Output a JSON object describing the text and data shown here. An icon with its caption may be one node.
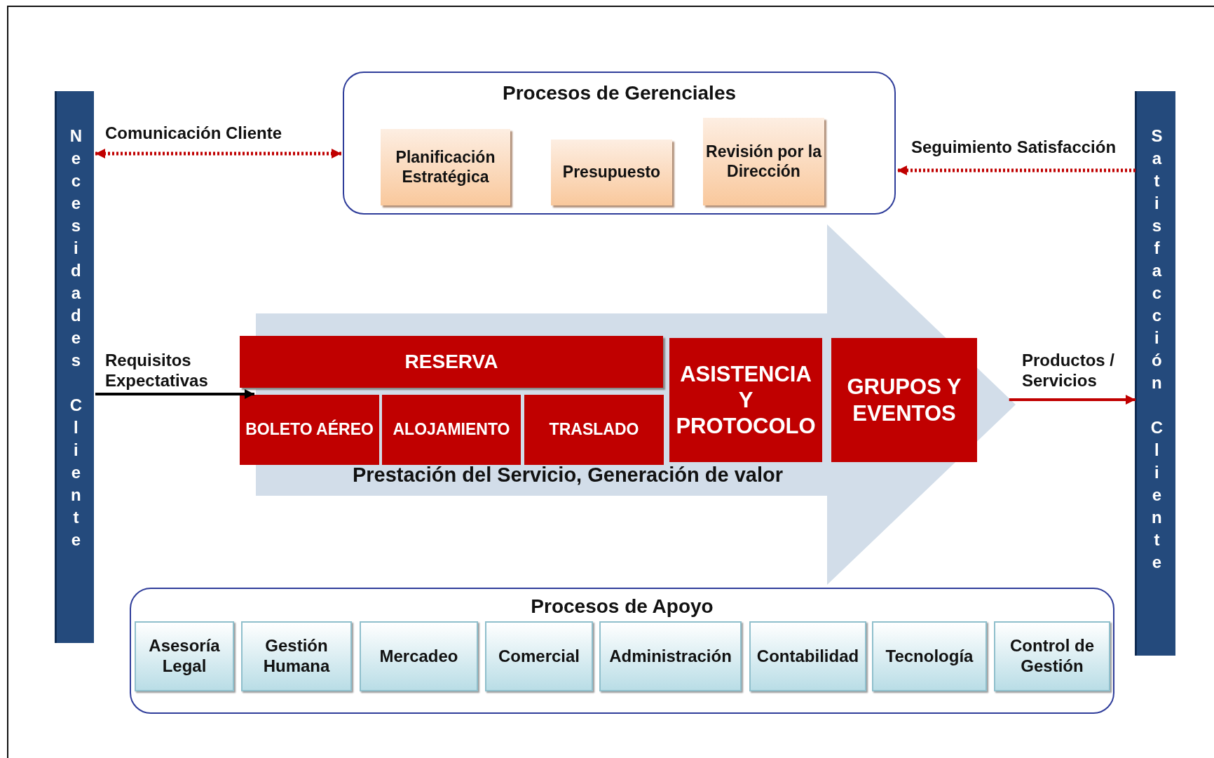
{
  "diagram": {
    "nodes": [
      {
        "text": [
          "Necesidades Cliente"
        ]
      },
      {
        "text": [
          "Satisfacción Cliente"
        ]
      },
      {
        "text": [
          "Procesos de Gerenciales"
        ]
      },
      {
        "text": [
          "Planificación Estratégica"
        ],
        "in": 2
      },
      {
        "text": [
          "Presupuesto"
        ],
        "in": 2
      },
      {
        "text": [
          "Revisión por la Dirección"
        ],
        "in": 2
      },
      {
        "text": [
          "Prestación del Servicio, Generación de valor"
        ]
      },
      {
        "text": [
          "RESERVA"
        ],
        "in": 6
      },
      {
        "text": [
          "BOLETO AÉREO"
        ],
        "in": 6
      },
      {
        "text": [
          "ALOJAMIENTO"
        ],
        "in": 6
      },
      {
        "text": [
          "TRASLADO"
        ],
        "in": 6
      },
      {
        "text": [
          "ASISTENCIA Y PROTOCOLO"
        ],
        "in": 6
      },
      {
        "text": [
          "GRUPOS Y EVENTOS"
        ],
        "in": 6
      },
      {
        "text": [
          "Procesos de Apoyo"
        ]
      },
      {
        "text": [
          "Asesoría Legal"
        ],
        "in": 13
      },
      {
        "text": [
          "Gestión Humana"
        ],
        "in": 13
      },
      {
        "text": [
          "Mercadeo"
        ],
        "in": 13
      },
      {
        "text": [
          "Comercial"
        ],
        "in": 13
      },
      {
        "text": [
          "Administración"
        ],
        "in": 13
      },
      {
        "text": [
          "Contabilidad"
        ],
        "in": 13
      },
      {
        "text": [
          "Tecnología"
        ],
        "in": 13
      },
      {
        "text": [
          "Control de Gestión"
        ],
        "in": 13
      }
    ],
    "edges": [
      {
        "from": 0,
        "to": 2,
        "arrow": "both",
        "label": "Comunicación Cliente",
        "style": "dashed"
      },
      {
        "from": 1,
        "to": 2,
        "arrow": "to",
        "label": "Seguimiento Satisfacción",
        "style": "dashed"
      },
      {
        "from": 0,
        "to": 6,
        "arrow": "to",
        "label": "Requisitos Expectativas",
        "color": "#000000"
      },
      {
        "from": 6,
        "to": 1,
        "arrow": "to",
        "label": "Productos / Servicios"
      }
    ]
  }
}
